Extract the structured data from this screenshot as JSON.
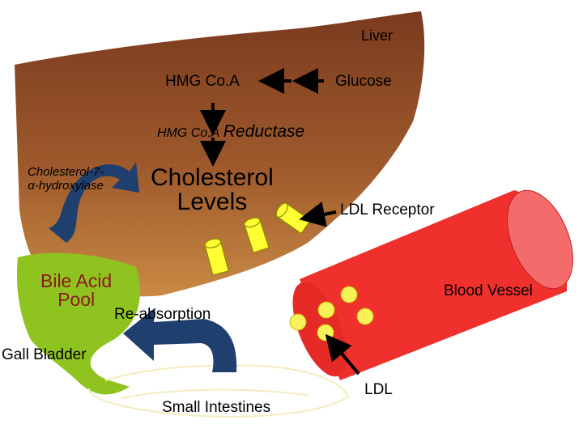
{
  "labels": {
    "liver": "Liver",
    "hmg_coa": "HMG Co.A",
    "glucose": "Glucose",
    "hmg_coa_reductase_prefix": "HMG Co.A",
    "hmg_coa_reductase_word": "Reductase",
    "enzyme_line1": "Cholesterol-7-",
    "enzyme_line2": "α-hydroxylase",
    "cholesterol_levels_line1": "Cholesterol",
    "cholesterol_levels_line2": "Levels",
    "ldl_receptor": "LDL Receptor",
    "bile_acid_line1": "Bile Acid",
    "bile_acid_line2": "Pool",
    "reabsorption": "Re-absorption",
    "blood_vessel": "Blood Vessel",
    "gall_bladder": "Gall Bladder",
    "ldl": "LDL",
    "small_intestines": "Small Intestines"
  },
  "colors": {
    "liver_top": "#7a3a1e",
    "liver_bottom": "#c8823c",
    "bile": "#8fc31f",
    "bile_text": "#8b1a1a",
    "vessel": "#f0302c",
    "vessel_end": "#f46b6b",
    "cylinder": "#ffff33",
    "ldl_particle": "#f7f25a",
    "curved_arrow": "#1f3f6e"
  }
}
